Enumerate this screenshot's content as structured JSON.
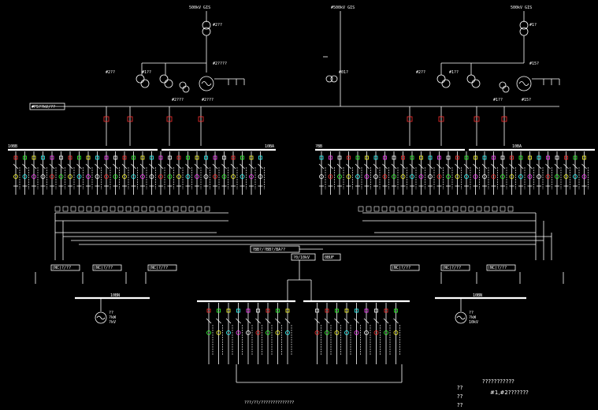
{
  "labels": {
    "top_left_grid": "500kV GIS",
    "top_left_tf": "#2??",
    "top_center_grid": "#500kV GIS",
    "top_right_grid": "500kV GIS",
    "top_right_tf": "#1?",
    "left_gen": "#2????",
    "left_aux_a": "#2??",
    "left_aux_b": "#1??",
    "left_gen_b": "#2???",
    "left_gen_c": "#2???",
    "center_tf": "#01?",
    "right_aux_a": "#2??",
    "right_aux_b": "#1??",
    "right_gen": "#15?",
    "right_gen_b": "#1??",
    "right_gen_c": "#15?",
    "left_feeder": "#F5??kV/??",
    "bus_1a": "10BB",
    "bus_1b": "10BA",
    "bus_2a": "?BB",
    "bus_2b": "10BA",
    "center_box_a": "?BB?/?BB?/BA??",
    "center_box_b": "?0/10kV",
    "center_box_c": "0BUF",
    "left_mcc_a": "(NC)?/??",
    "left_mcc_b": "(NC)?/??",
    "left_mcc_c": "(NC)?/??",
    "right_mcc_a": "(NC)?/??",
    "right_mcc_b": "(NC)?/??",
    "right_mcc_c": "(NC)?/??",
    "left_dg_bus": "10BN",
    "right_dg_bus": "10BN",
    "left_dg": "??",
    "left_dg_b": "?kW",
    "left_dg_c": "?kV",
    "right_dg": "??",
    "right_dg_b": "?kW",
    "right_dg_c": "10kV",
    "bottom_note": "???/??/??????????????"
  },
  "title_block": {
    "project": "???????????",
    "drawing": "#1,#2???????",
    "row1": "??",
    "row2": "??",
    "row3": "??"
  },
  "colors": {
    "background": "#000000",
    "line": "#ffffff",
    "accent_red": "#ff3030",
    "accent_green": "#30ff30",
    "accent_yellow": "#ffff30",
    "accent_cyan": "#30ffff"
  }
}
